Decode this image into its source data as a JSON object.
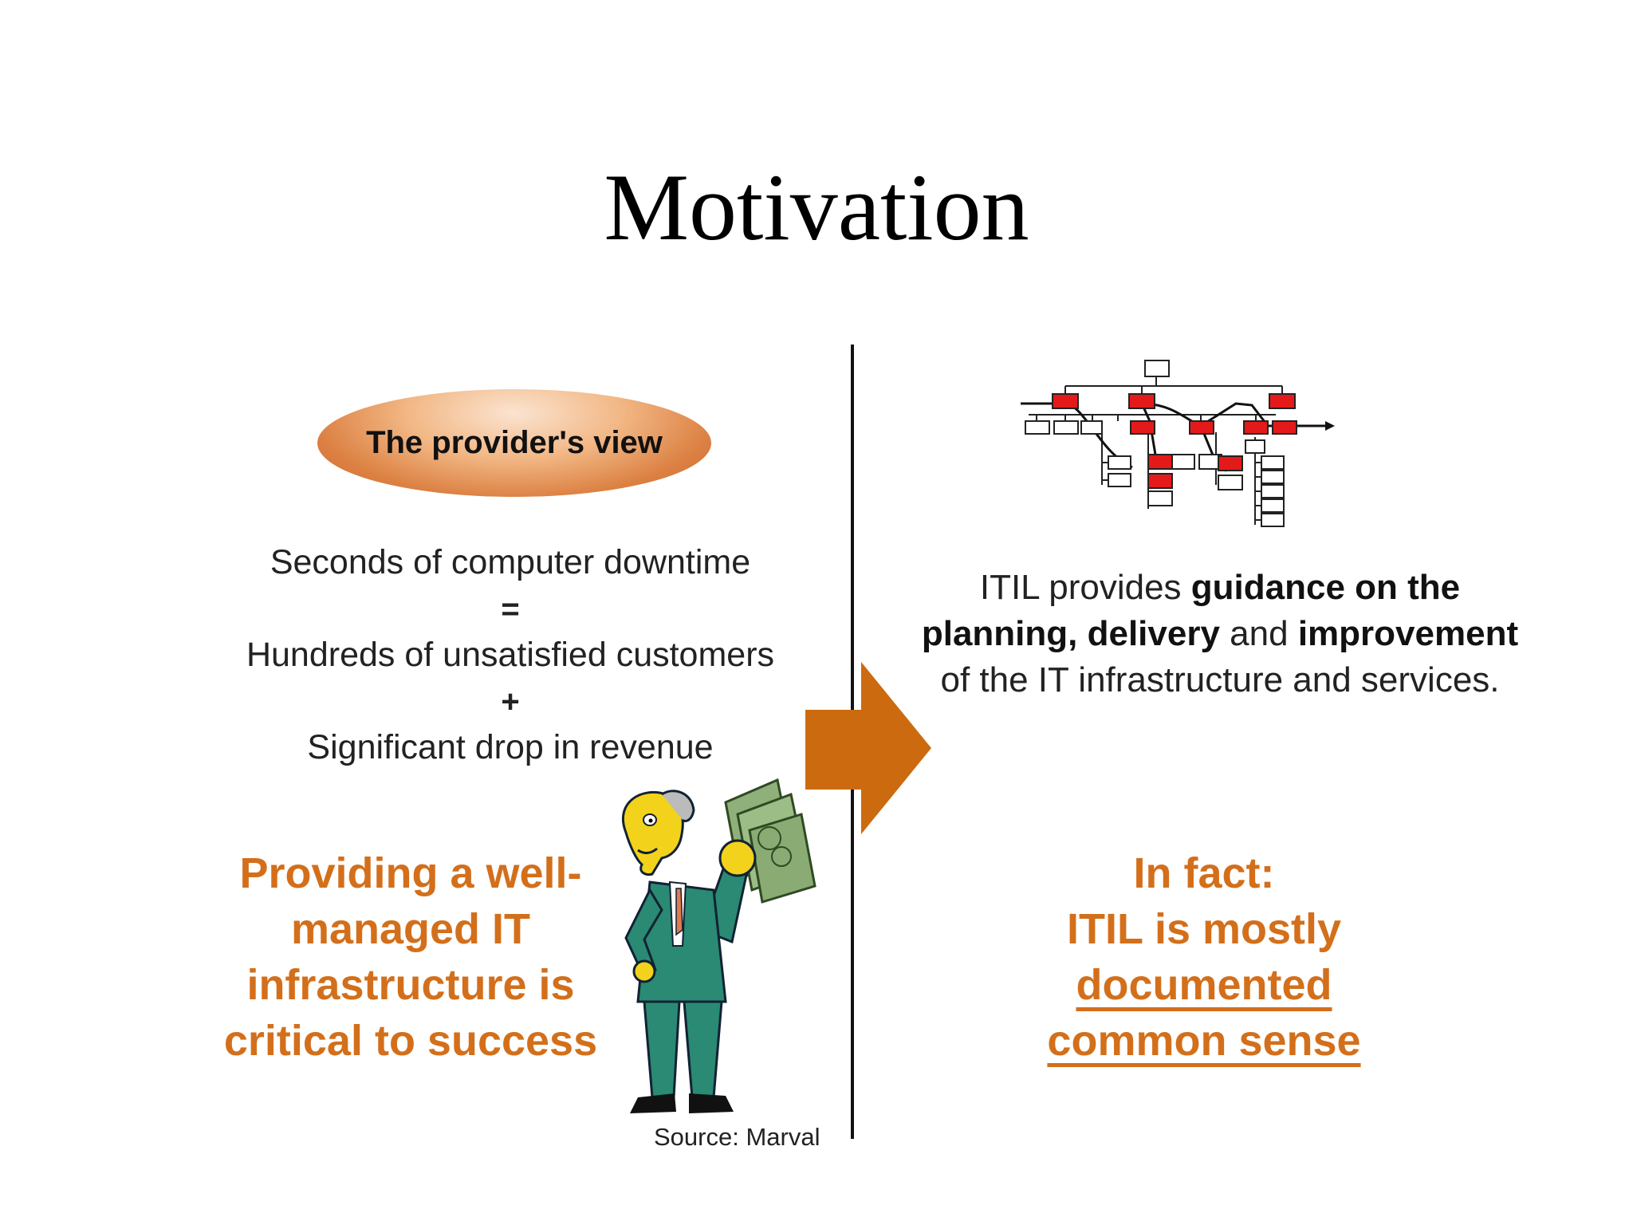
{
  "title": "Motivation",
  "left": {
    "ellipse_label": "The provider's view",
    "line1": "Seconds of computer downtime",
    "op1": "=",
    "line2": "Hundreds of unsatisfied customers",
    "op2": "+",
    "line3": "Significant drop in revenue",
    "highlight": [
      "Providing a well-",
      "managed IT",
      "infrastructure is",
      "critical to success"
    ],
    "source": "Source: Marval"
  },
  "right": {
    "para": {
      "p1": "ITIL provides ",
      "b1": "guidance on the planning, delivery",
      "p2": " and ",
      "b2": "improvement",
      "p3": " of the IT infrastructure and services."
    },
    "highlight": {
      "line1": "In fact:",
      "line2": "ITIL is mostly",
      "line3": "documented",
      "line4": "common sense"
    }
  },
  "colors": {
    "accent_orange": "#d36f1b",
    "arrow_orange": "#cc6a10",
    "node_red": "#e41a1a"
  }
}
